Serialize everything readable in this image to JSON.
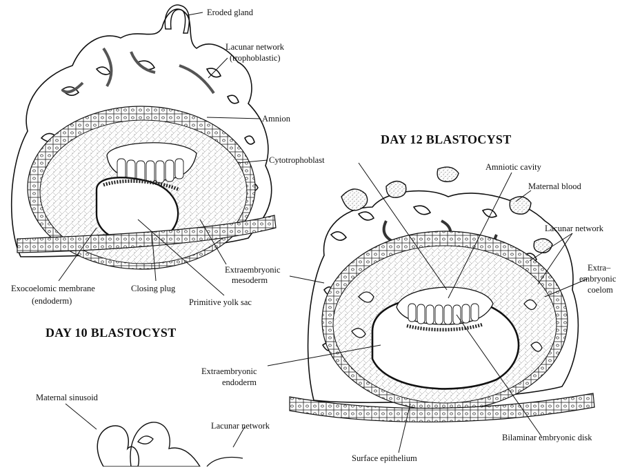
{
  "titles": {
    "day12": "DAY 12 BLASTOCYST",
    "day10": "DAY 10 BLASTOCYST"
  },
  "labels": {
    "eroded_gland": "Eroded gland",
    "lacunar_network_tropho_1": "Lacunar network",
    "lacunar_network_tropho_2": "(trophoblastic)",
    "amnion": "Amnion",
    "cytotrophoblast": "Cytotrophoblast",
    "amniotic_cavity": "Amniotic cavity",
    "maternal_blood": "Maternal blood",
    "lacunar_network_right": "Lacunar network",
    "extra_embryonic_coelom_1": "Extra–",
    "extra_embryonic_coelom_2": "embryonic",
    "extra_embryonic_coelom_3": "coelom",
    "extraembryonic_mesoderm_1": "Extraembryonic",
    "extraembryonic_mesoderm_2": "mesoderm",
    "exocoelomic_membrane_1": "Exocoelomic membrane",
    "exocoelomic_membrane_2": "(endoderm)",
    "closing_plug": "Closing plug",
    "primitive_yolk_sac": "Primitive yolk sac",
    "extraembryonic_endoderm_1": "Extraembryonic",
    "extraembryonic_endoderm_2": "endoderm",
    "maternal_sinusoid": "Maternal sinusoid",
    "lacunar_network_bottom": "Lacunar network",
    "bilaminar_embryonic_disk": "Bilaminar embryonic disk",
    "surface_epithelium": "Surface epithelium"
  }
}
